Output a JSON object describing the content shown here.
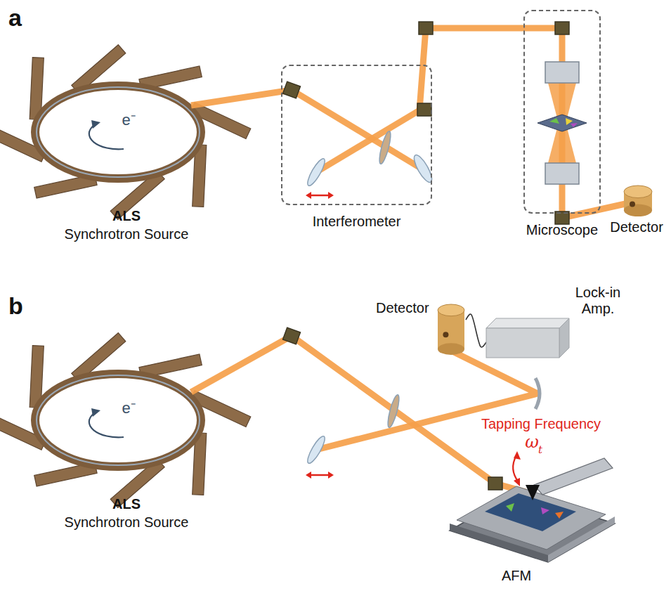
{
  "diagram": {
    "nodes": [
      {
        "text": [
          "Interferometer"
        ]
      },
      {
        "text": [
          "Microscope"
        ]
      },
      {
        "text": [
          "Detector"
        ]
      },
      {
        "text": [
          "Detector"
        ]
      },
      {
        "text": [
          "Lock-in Amp."
        ]
      }
    ],
    "edges": [
      {
        "from": 3,
        "to": 4,
        "arrow": "none"
      }
    ],
    "labels": [
      "a",
      "e⁻",
      "ALS",
      "Synchrotron Source",
      "b",
      "e⁻",
      "ALS",
      "Synchrotron Source",
      "Tapping Frequency",
      "ω",
      "t",
      "AFM"
    ]
  }
}
